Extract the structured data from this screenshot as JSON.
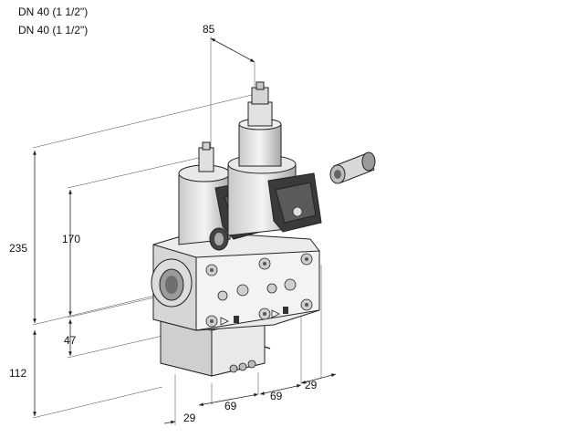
{
  "captions": [
    "DN 40 (1 1/2\")",
    "DN 40 (1 1/2\")"
  ],
  "dimensions": {
    "top_offset": "85",
    "overall_height": "235",
    "valve_height": "170",
    "lower_offset": "47",
    "module_height": "112",
    "depth_left": "29",
    "width_left": "69",
    "width_right": "69",
    "depth_right": "29"
  },
  "colors": {
    "line": "#222222",
    "body_light": "#f2f2f2",
    "body_mid": "#d0d0d0",
    "body_dark": "#8c8c8c"
  }
}
